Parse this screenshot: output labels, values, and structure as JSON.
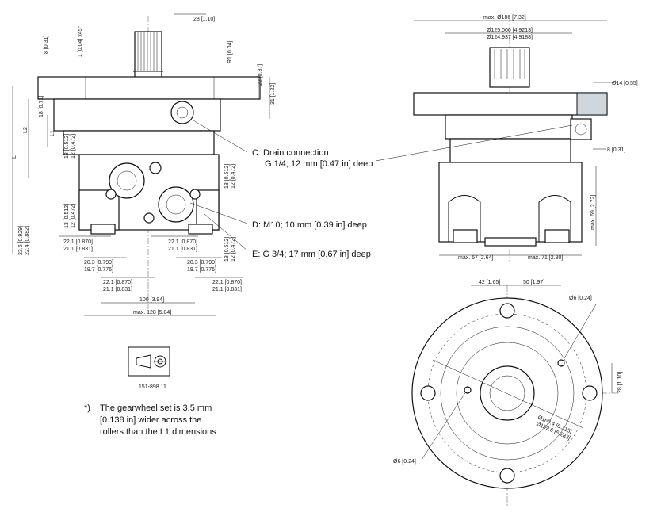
{
  "front_view": {
    "d_28": "28 [1.10]",
    "d_chamfer": "1 [0.04] x45°",
    "d_8": "8 [0.31]",
    "d_r1": "R1 [0.04]",
    "d_22": "22 [0.87]",
    "d_31": "31 [1.22]",
    "d_18": "18 [0.71]",
    "d_L2": "L2",
    "d_L1": "L1",
    "d_L": "L",
    "d_13a": "13 [0.512]",
    "d_12a": "12 [0.472]",
    "d_13b": "13 [0.512]",
    "d_12b": "12 [0.472]",
    "d_13c": "13 [0.512]",
    "d_12c": "12 [0.472]",
    "d_13d": "13 [0.512]",
    "d_12d": "12 [0.472]",
    "d_23": "23.6 [0.929]",
    "d_22_4": "22.4 [0.882]",
    "d_22_1a": "22.1 [0.870]",
    "d_21_1a": "21.1 [0.831]",
    "d_22_1b": "22.1 [0.870]",
    "d_21_1b": "21.1 [0.831]",
    "d_20_3a": "20.3 [0.799]",
    "d_19_7a": "19.7 [0.776]",
    "d_20_3b": "20.3 [0.799]",
    "d_19_7b": "19.7 [0.776]",
    "d_22_1c": "22.1 [0.870]",
    "d_21_1c": "21.1 [0.831]",
    "d_22_1d": "22.1 [0.870]",
    "d_21_1d": "21.1 [0.831]",
    "d_100": "100 [3.94]",
    "d_128": "max. 128 [5.04]"
  },
  "callouts": {
    "c_line1": "C:  Drain connection",
    "c_line2": "G 1/4; 12 mm [0.47 in] deep",
    "d_line": "D:  M10; 10 mm [0.39 in] deep",
    "e_line": "E:  G 3/4; 17 mm [0.67 in] deep"
  },
  "side_view": {
    "d_186": "max. Ø186 [7.32]",
    "d_125a": "Ø125.000 [4.9213]",
    "d_125b": "Ø124.937 [4.9188]",
    "d_14": "Ø14 [0.55]",
    "d_8": "8 [0.31]",
    "d_69": "max. 69 [2.72]",
    "d_67": "max. 67 [2.64]",
    "d_71": "max. 71 [2.80]"
  },
  "bottom_view": {
    "d_42": "42 [1.65]",
    "d_50": "50 [1.97]",
    "d_6a": "Ø6 [0.24]",
    "d_28": "28 [1.10]",
    "d_160": "Ø160.4 [6.315]",
    "d_159": "Ø159.6 [6.283]",
    "d_6b": "Ø6 [0.24]"
  },
  "symbol_code": "151-898.11",
  "footnote": {
    "mark": "*)",
    "line1": "The gearwheel set is 3.5 mm",
    "line2": "[0.138 in] wider across the",
    "line3": "rollers than the L1 dimensions"
  }
}
